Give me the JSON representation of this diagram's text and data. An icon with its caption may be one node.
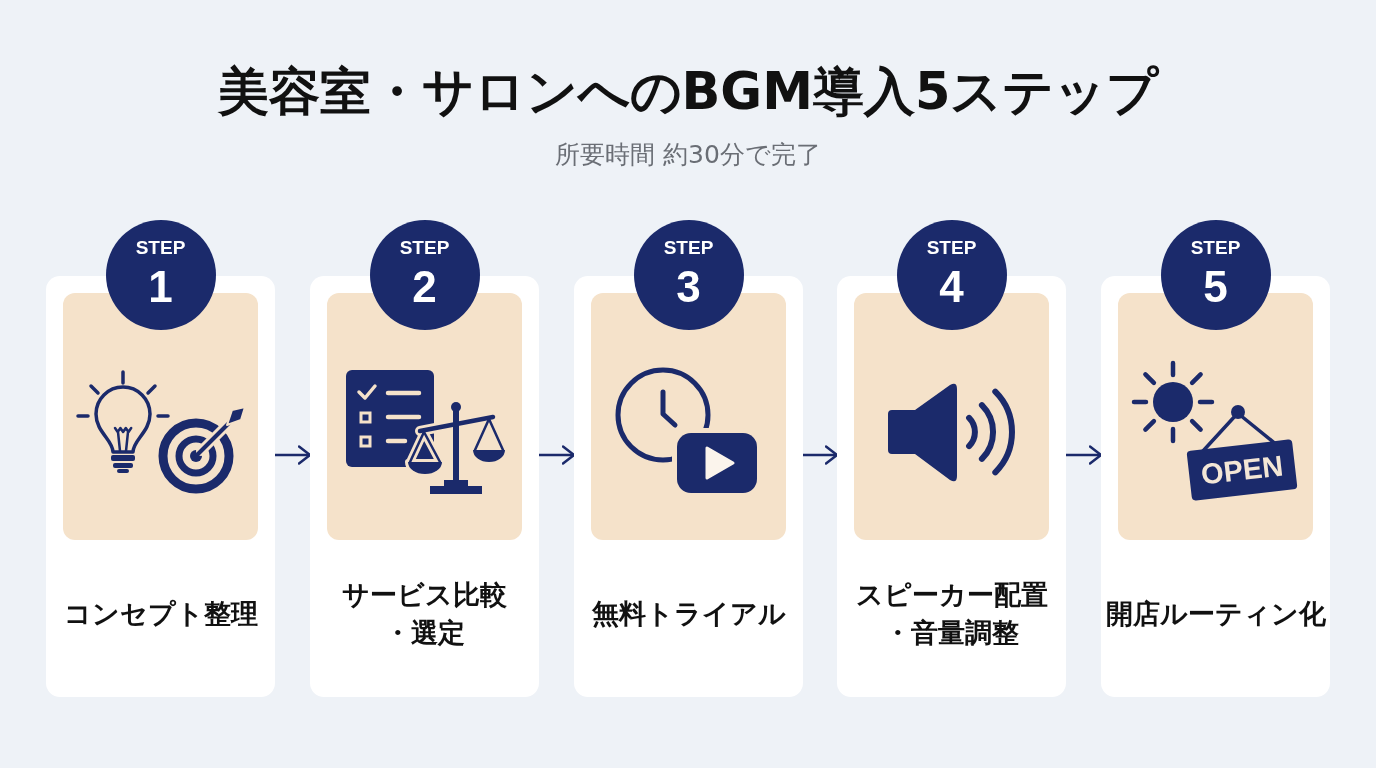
{
  "diagram": {
    "title": "美容室・サロンへのBGM導入5ステップ",
    "nodes": [
      {
        "text": [
          "STEP",
          "1"
        ]
      },
      {
        "text": [
          "コンセプト整理"
        ]
      },
      {
        "text": [
          "STEP",
          "2"
        ]
      },
      {
        "text": [
          "サービス比較・選定"
        ]
      },
      {
        "text": [
          "STEP",
          "3"
        ]
      },
      {
        "text": [
          "無料トライアル"
        ]
      },
      {
        "text": [
          "STEP",
          "4"
        ]
      },
      {
        "text": [
          "スピーカー配置・音量調整"
        ]
      },
      {
        "text": [
          "STEP",
          "5"
        ]
      },
      {
        "text": [
          "開店ルーティン化"
        ]
      }
    ],
    "edges": [
      {
        "from": 1,
        "to": 3,
        "arrow": "to"
      },
      {
        "from": 3,
        "to": 5,
        "arrow": "to"
      },
      {
        "from": 5,
        "to": 7,
        "arrow": "to"
      },
      {
        "from": 7,
        "to": 9,
        "arrow": "to"
      }
    ],
    "labels": [
      "所要時間 約30分で完了",
      "OPEN"
    ]
  }
}
